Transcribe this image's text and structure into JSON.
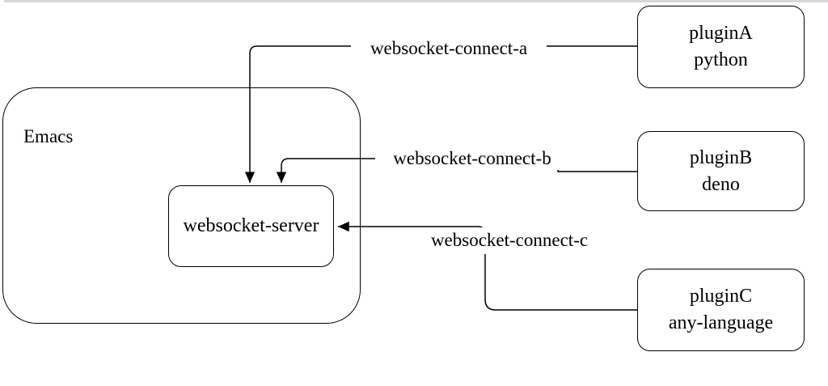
{
  "diagram": {
    "nodes": {
      "emacs": {
        "label": "Emacs"
      },
      "websocket_server": {
        "label": "websocket-server"
      },
      "plugin_a": {
        "title": "pluginA",
        "subtitle": "python"
      },
      "plugin_b": {
        "title": "pluginB",
        "subtitle": "deno"
      },
      "plugin_c": {
        "title": "pluginC",
        "subtitle": "any-language"
      }
    },
    "edges": {
      "connect_a": {
        "label": "websocket-connect-a"
      },
      "connect_b": {
        "label": "websocket-connect-b"
      },
      "connect_c": {
        "label": "websocket-connect-c"
      }
    },
    "colors": {
      "stroke": "#000000",
      "node_fill": "#ffffff",
      "background": "#ffffff",
      "top_edge": "#d8d8d8"
    }
  }
}
